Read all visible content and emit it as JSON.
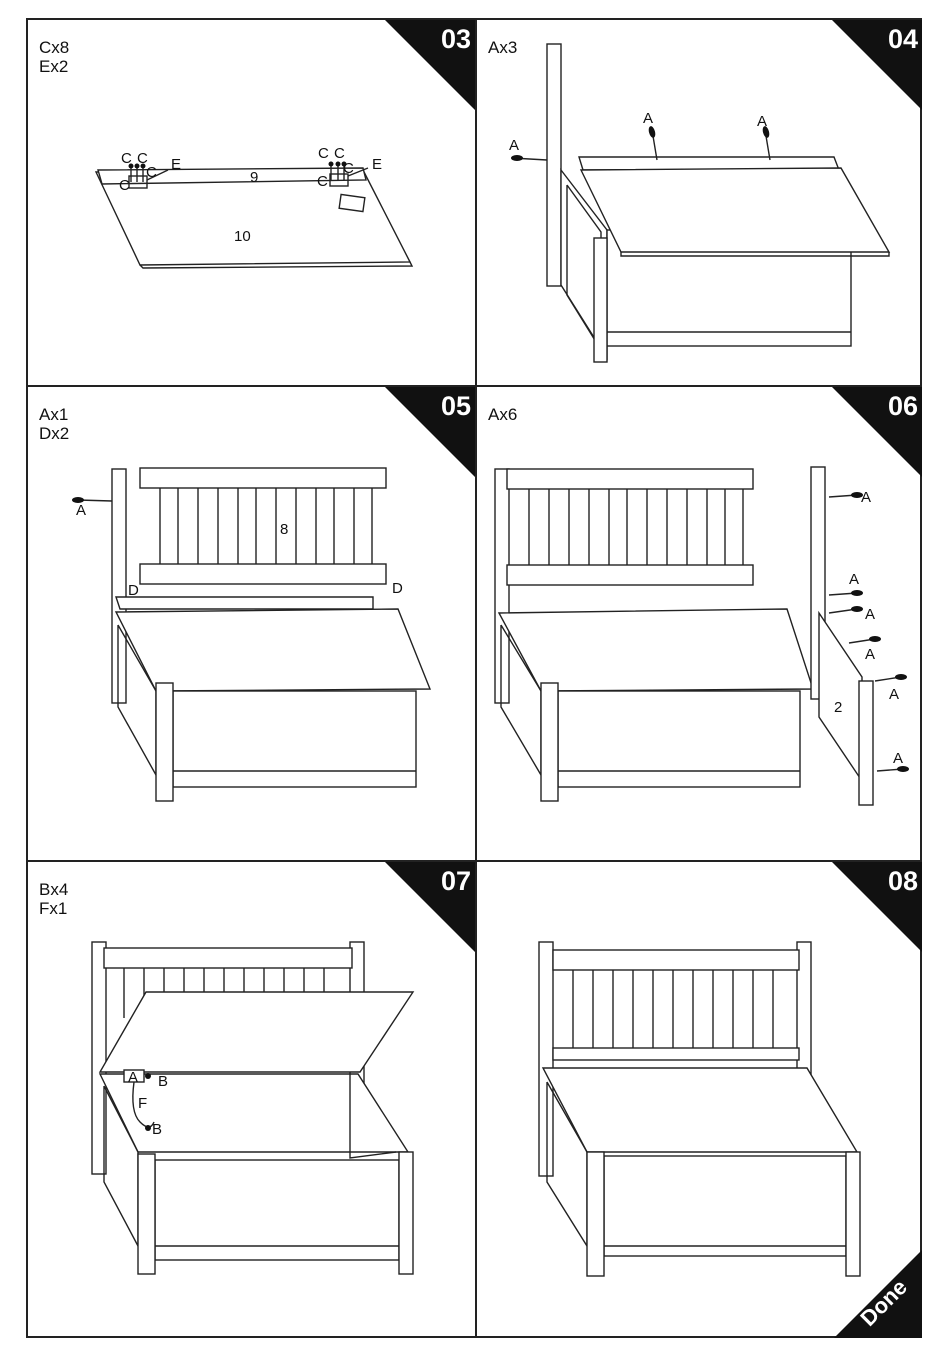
{
  "steps": [
    {
      "number": "03",
      "parts": [
        "Cx8",
        "Ex2"
      ],
      "labels": {
        "board_a": "9",
        "board_b": "10",
        "c": "C",
        "e": "E"
      }
    },
    {
      "number": "04",
      "parts": [
        "Ax3"
      ],
      "labels": {
        "a": "A"
      }
    },
    {
      "number": "05",
      "parts": [
        "Ax1",
        "Dx2"
      ],
      "labels": {
        "a": "A",
        "d": "D",
        "backrest": "8"
      }
    },
    {
      "number": "06",
      "parts": [
        "Ax6"
      ],
      "labels": {
        "a": "A",
        "side": "2"
      }
    },
    {
      "number": "07",
      "parts": [
        "Bx4",
        "Fx1"
      ],
      "labels": {
        "a": "A",
        "b": "B",
        "f": "F"
      }
    },
    {
      "number": "08",
      "parts": [],
      "labels": {},
      "finish_label": "Done"
    }
  ]
}
